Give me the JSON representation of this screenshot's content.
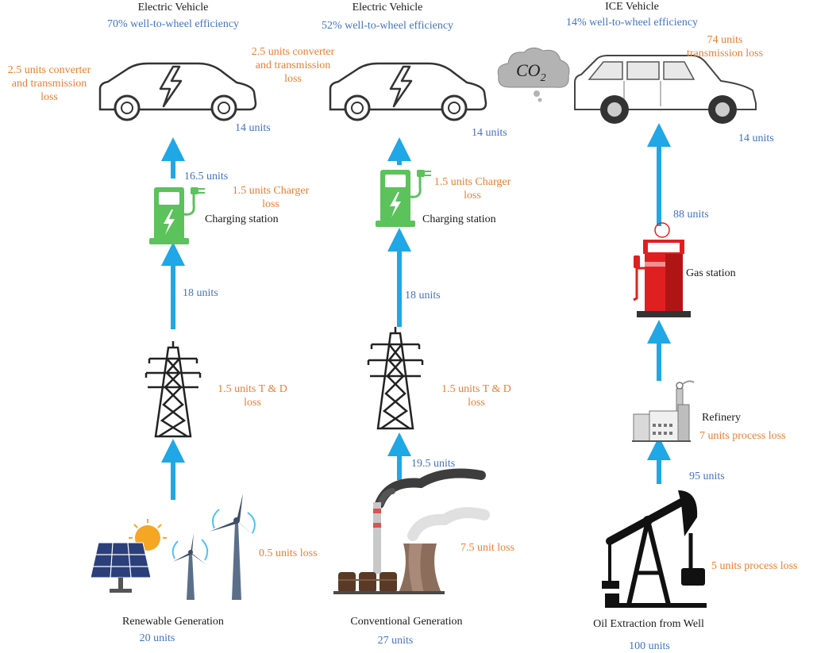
{
  "columns": {
    "renewable": {
      "vehicle_title": "Electric Vehicle",
      "efficiency": "70% well-to-wheel efficiency",
      "converter_loss_line1": "2.5 units converter",
      "converter_loss_line2": "and transmission",
      "converter_loss_line3": "loss",
      "vehicle_units": "14 units",
      "charger_out_units": "16.5 units",
      "charger_loss_line1": "1.5 units Charger",
      "charger_loss_line2": "loss",
      "station_label": "Charging station",
      "grid_units": "18 units",
      "td_loss_line1": "1.5 units T & D",
      "td_loss_line2": "loss",
      "generation_loss": "0.5 units loss",
      "source_label": "Renewable Generation",
      "source_units": "20 units"
    },
    "conventional": {
      "vehicle_title": "Electric Vehicle",
      "efficiency": "52% well-to-wheel efficiency",
      "converter_loss_line1": "2.5 units converter",
      "converter_loss_line2": "and transmission",
      "converter_loss_line3": "loss",
      "vehicle_units": "14 units",
      "charger_loss_line1": "1.5 units Charger",
      "charger_loss_line2": "loss",
      "station_label": "Charging station",
      "grid_units": "18 units",
      "td_loss_line1": "1.5 units T & D",
      "td_loss_line2": "loss",
      "plant_out_units": "19.5 units",
      "generation_loss": "7.5 unit loss",
      "source_label": "Conventional Generation",
      "source_units": "27 units"
    },
    "ice": {
      "vehicle_title": "ICE Vehicle",
      "efficiency": "14% well-to-wheel efficiency",
      "transmission_loss_line1": "74 units",
      "transmission_loss_line2": "transmission loss",
      "vehicle_units": "14 units",
      "pump_units": "88 units",
      "station_label": "Gas station",
      "refinery_label": "Refinery",
      "refinery_loss": "7 units process loss",
      "refinery_in_units": "95 units",
      "well_loss": "5 units process loss",
      "source_label": "Oil Extraction from Well",
      "source_units": "100 units"
    }
  },
  "co2_label": "CO",
  "co2_subscript": "2",
  "colors": {
    "arrow": "#1fa7e6",
    "flow_units": "#4472c4",
    "losses": "#ed7d31",
    "charger": "#5cc25c",
    "gas_pump": "#e02020"
  }
}
